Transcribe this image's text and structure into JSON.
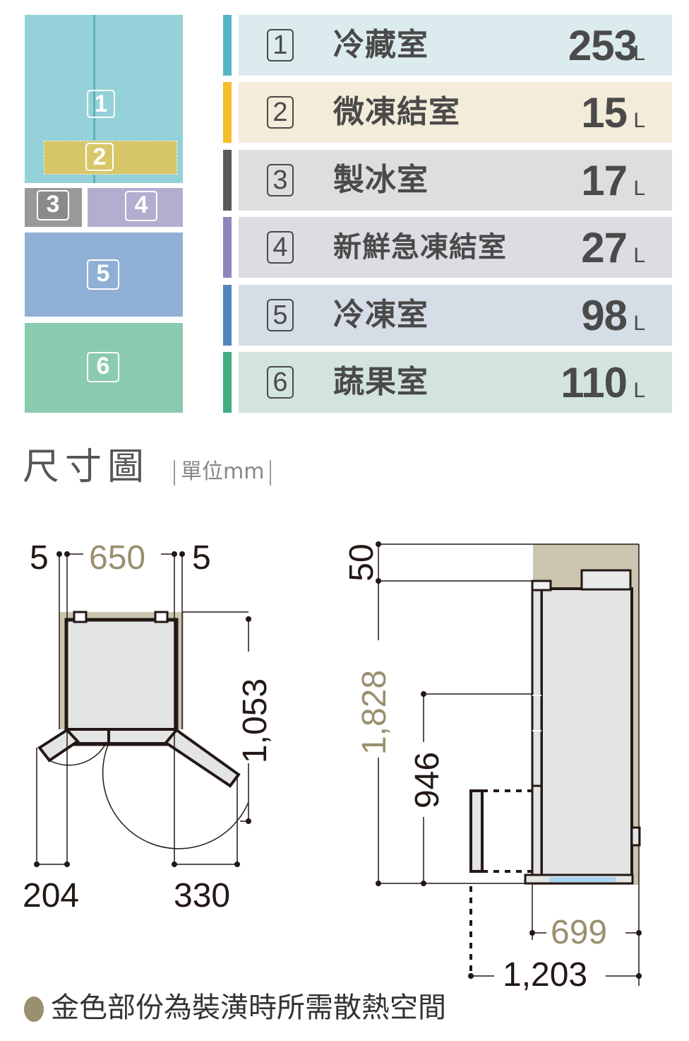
{
  "compartment_map": {
    "items": [
      {
        "id": "1",
        "color": "#94d1d8"
      },
      {
        "id": "2",
        "color": "#d7c768"
      },
      {
        "id": "3",
        "color": "#999999"
      },
      {
        "id": "4",
        "color": "#b1aed0"
      },
      {
        "id": "5",
        "color": "#8fb0d4"
      },
      {
        "id": "6",
        "color": "#8acbb0"
      }
    ]
  },
  "capacity_table": {
    "rows": [
      {
        "num": "1",
        "name": "冷藏室",
        "value": "253",
        "unit": "L",
        "stripe": "#55b6c3",
        "bg": "#dcebed"
      },
      {
        "num": "2",
        "name": "微凍結室",
        "value": "15",
        "unit": "L",
        "stripe": "#f4bd2c",
        "bg": "#f4ecda"
      },
      {
        "num": "3",
        "name": "製冰室",
        "value": "17",
        "unit": "L",
        "stripe": "#5a5a5a",
        "bg": "#dedede"
      },
      {
        "num": "4",
        "name": "新鮮急凍結室",
        "value": "27",
        "unit": "L",
        "stripe": "#8e85bc",
        "bg": "#dcdce2"
      },
      {
        "num": "5",
        "name": "冷凍室",
        "value": "98",
        "unit": "L",
        "stripe": "#5585c0",
        "bg": "#d5dde6"
      },
      {
        "num": "6",
        "name": "蔬果室",
        "value": "110",
        "unit": "L",
        "stripe": "#42ae84",
        "bg": "#d3e4dc"
      }
    ]
  },
  "dimension_section": {
    "title": "尺寸圖",
    "unit_note": "單位mm"
  },
  "top_view": {
    "left_gap": "5",
    "width": "650",
    "right_gap": "5",
    "depth_open": "1,053",
    "left_door_swing": "204",
    "right_door_swing": "330"
  },
  "side_view": {
    "top_clearance": "50",
    "height": "1,828",
    "handle_height": "946",
    "depth": "699",
    "depth_open": "1,203"
  },
  "legend": {
    "text": "金色部份為裝潢時所需散熱空間",
    "color": "#9a8f6e"
  }
}
